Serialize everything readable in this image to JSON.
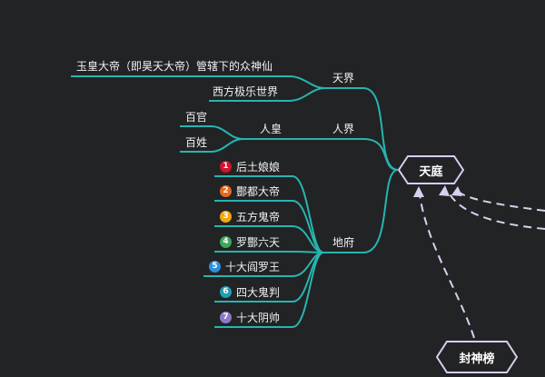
{
  "diagram": {
    "root": "天庭",
    "bottom_node": "封神榜",
    "branches": {
      "tianjie": {
        "label": "天界",
        "children": [
          "玉皇大帝（即昊天大帝）管辖下的众神仙",
          "西方极乐世界"
        ]
      },
      "renjie": {
        "label": "人界",
        "sub_label": "人皇",
        "children": [
          "百官",
          "百姓"
        ]
      },
      "difu": {
        "label": "地府",
        "children": [
          {
            "num": "1",
            "text": "后土娘娘",
            "color": "#d0142c"
          },
          {
            "num": "2",
            "text": "酆都大帝",
            "color": "#e86a1e"
          },
          {
            "num": "3",
            "text": "五方鬼帝",
            "color": "#f1a80f"
          },
          {
            "num": "4",
            "text": "罗酆六天",
            "color": "#3fa65a"
          },
          {
            "num": "5",
            "text": "十大阎罗王",
            "color": "#2c8fd8"
          },
          {
            "num": "6",
            "text": "四大鬼判",
            "color": "#1f9fb0"
          },
          {
            "num": "7",
            "text": "十大阴帅",
            "color": "#8c79c6"
          }
        ]
      }
    },
    "colors": {
      "line": "#27b5b0",
      "node_border": "#d8cdf0",
      "dash": "#d9d0ef",
      "background": "#222325"
    }
  }
}
